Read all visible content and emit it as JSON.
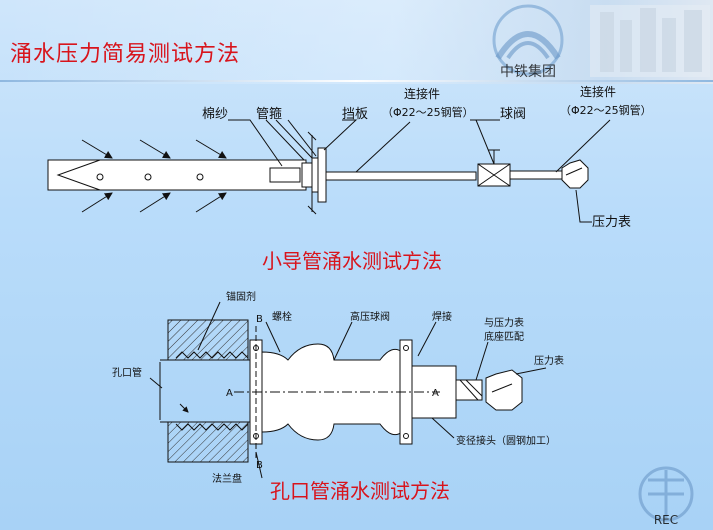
{
  "title": "涌水压力简易测试方法",
  "top_logo_text": "中铁集团",
  "corner_logo_text": "REC",
  "diagram1": {
    "caption": "小导管涌水测试方法",
    "labels": {
      "cotton_yarn": "棉纱",
      "pipe_clamp": "管箍",
      "baffle": "挡板",
      "connector1_line1": "连接件",
      "connector1_line2": "（Φ22～25钢管）",
      "ball_valve": "球阀",
      "connector2_line1": "连接件",
      "connector2_line2": "（Φ22～25钢管）",
      "pressure_gauge": "压力表"
    }
  },
  "diagram2": {
    "caption": "孔口管涌水测试方法",
    "labels": {
      "anchor_agent": "锚固剂",
      "section_b_top": "B",
      "bolt": "螺栓",
      "hp_ball_valve": "高压球阀",
      "welding": "焊接",
      "match_gauge_line1": "与压力表",
      "match_gauge_line2": "底座匹配",
      "pressure_gauge": "压力表",
      "orifice_pipe": "孔口管",
      "section_a_left": "A",
      "section_a_right": "A",
      "reducer": "变径接头（圆钢加工）",
      "flange": "法兰盘",
      "section_b_bottom": "B"
    }
  }
}
